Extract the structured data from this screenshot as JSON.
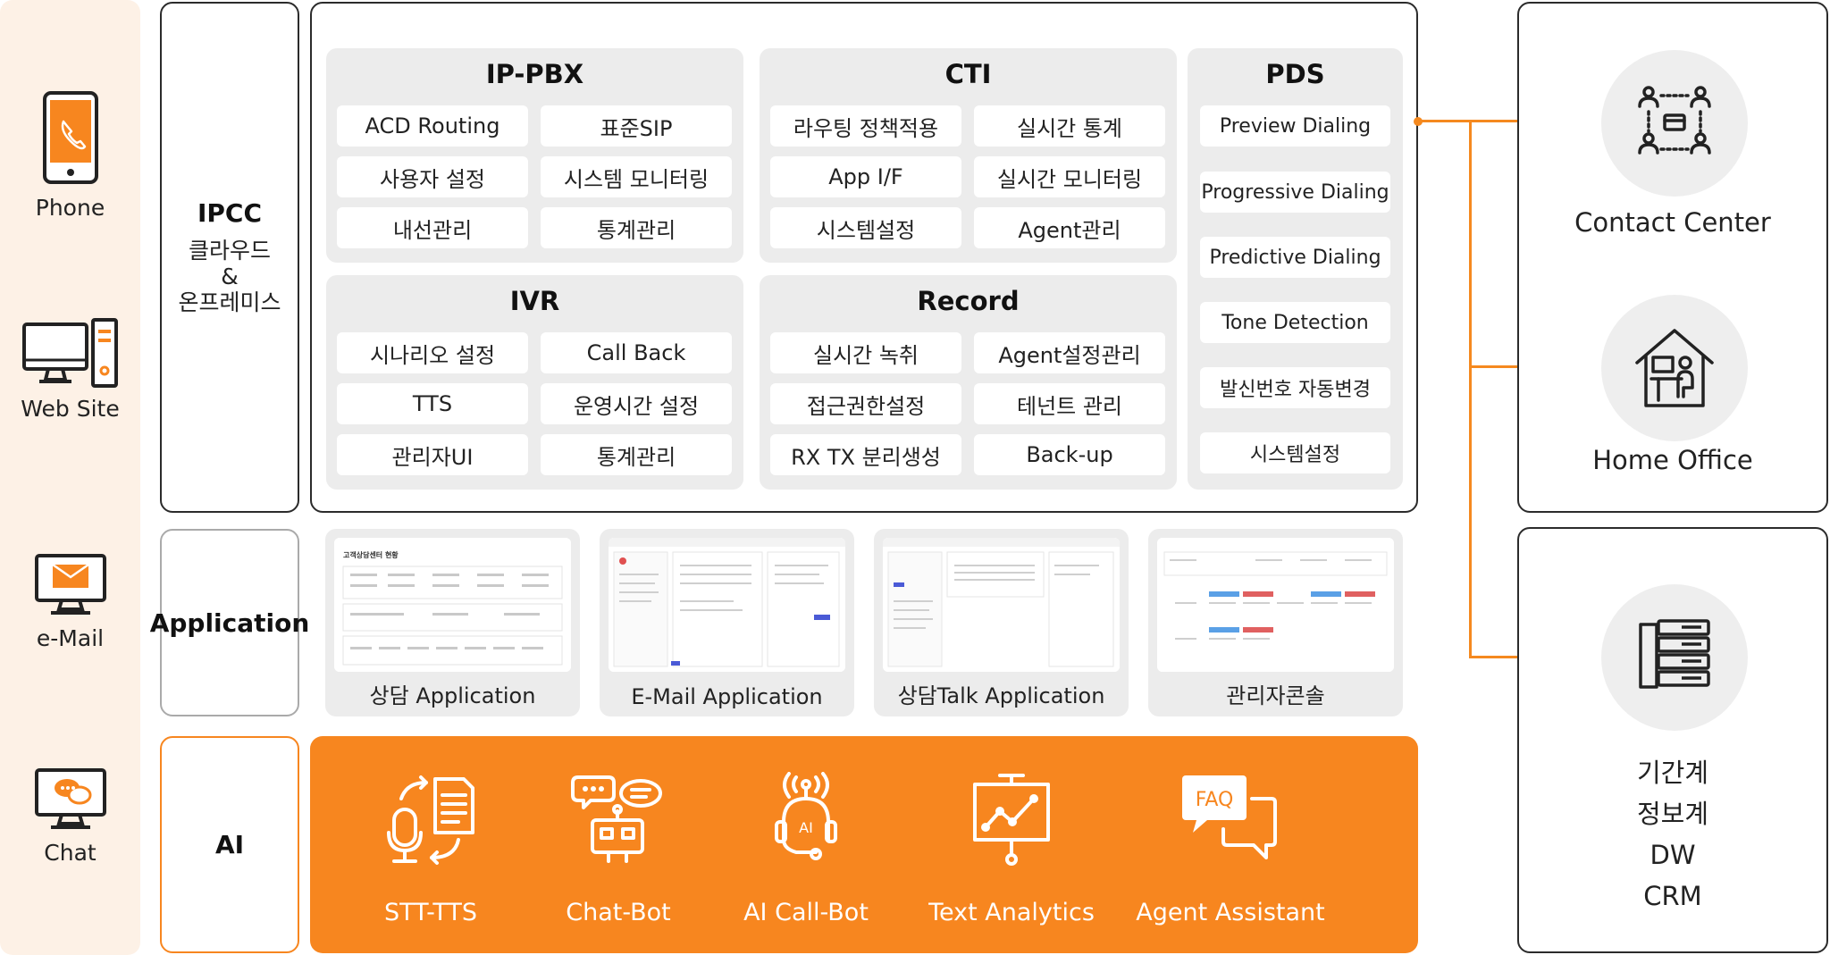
{
  "channels": [
    {
      "label": "Phone",
      "icon": "phone-icon"
    },
    {
      "label": "Web Site",
      "icon": "desktop-icon"
    },
    {
      "label": "e-Mail",
      "icon": "mail-icon"
    },
    {
      "label": "Chat",
      "icon": "chat-icon"
    }
  ],
  "sections": {
    "ipcc": {
      "title": "IPCC",
      "sub1": "클라우드",
      "sub2": "&",
      "sub3": "온프레미스"
    },
    "application": {
      "title": "Application"
    },
    "ai": {
      "title": "AI"
    }
  },
  "ippbx": {
    "title": "IP-PBX",
    "items": [
      "ACD Routing",
      "표준SIP",
      "사용자 설정",
      "시스템 모니터링",
      "내선관리",
      "통계관리"
    ]
  },
  "cti": {
    "title": "CTI",
    "items": [
      "라우팅 정책적용",
      "실시간 통계",
      "App I/F",
      "실시간 모니터링",
      "시스템설정",
      "Agent관리"
    ]
  },
  "ivr": {
    "title": "IVR",
    "items": [
      "시나리오 설정",
      "Call Back",
      "TTS",
      "운영시간 설정",
      "관리자UI",
      "통계관리"
    ]
  },
  "record": {
    "title": "Record",
    "items": [
      "실시간 녹취",
      "Agent설정관리",
      "접근권한설정",
      "테넌트 관리",
      "RX TX 분리생성",
      "Back-up"
    ]
  },
  "pds": {
    "title": "PDS",
    "items": [
      "Preview Dialing",
      "Progressive Dialing",
      "Predictive Dialing",
      "Tone Detection",
      "발신번호 자동변경",
      "시스템설정"
    ]
  },
  "apps": [
    {
      "label": "상담 Application",
      "shot_title": "고객상담센터 현황"
    },
    {
      "label": "E-Mail Application",
      "shot_title": ""
    },
    {
      "label": "상담Talk Application",
      "shot_title": ""
    },
    {
      "label": "관리자콘솔",
      "shot_title": ""
    }
  ],
  "ai_items": [
    {
      "label": "STT-TTS",
      "icon": "stt-tts-icon"
    },
    {
      "label": "Chat-Bot",
      "icon": "chatbot-icon"
    },
    {
      "label": "AI Call-Bot",
      "icon": "ai-callbot-icon",
      "badge": "AI"
    },
    {
      "label": "Text Analytics",
      "icon": "text-analytics-icon"
    },
    {
      "label": "Agent Assistant",
      "icon": "agent-assistant-icon",
      "badge": "FAQ"
    }
  ],
  "right": {
    "contact_center": "Contact Center",
    "home_office": "Home Office",
    "systems": [
      "기간계",
      "정보계",
      "DW",
      "CRM"
    ]
  },
  "colors": {
    "accent": "#f7861f",
    "panel": "#ececec",
    "channel_bg": "#fdf1e6",
    "border": "#2b2b2b"
  }
}
